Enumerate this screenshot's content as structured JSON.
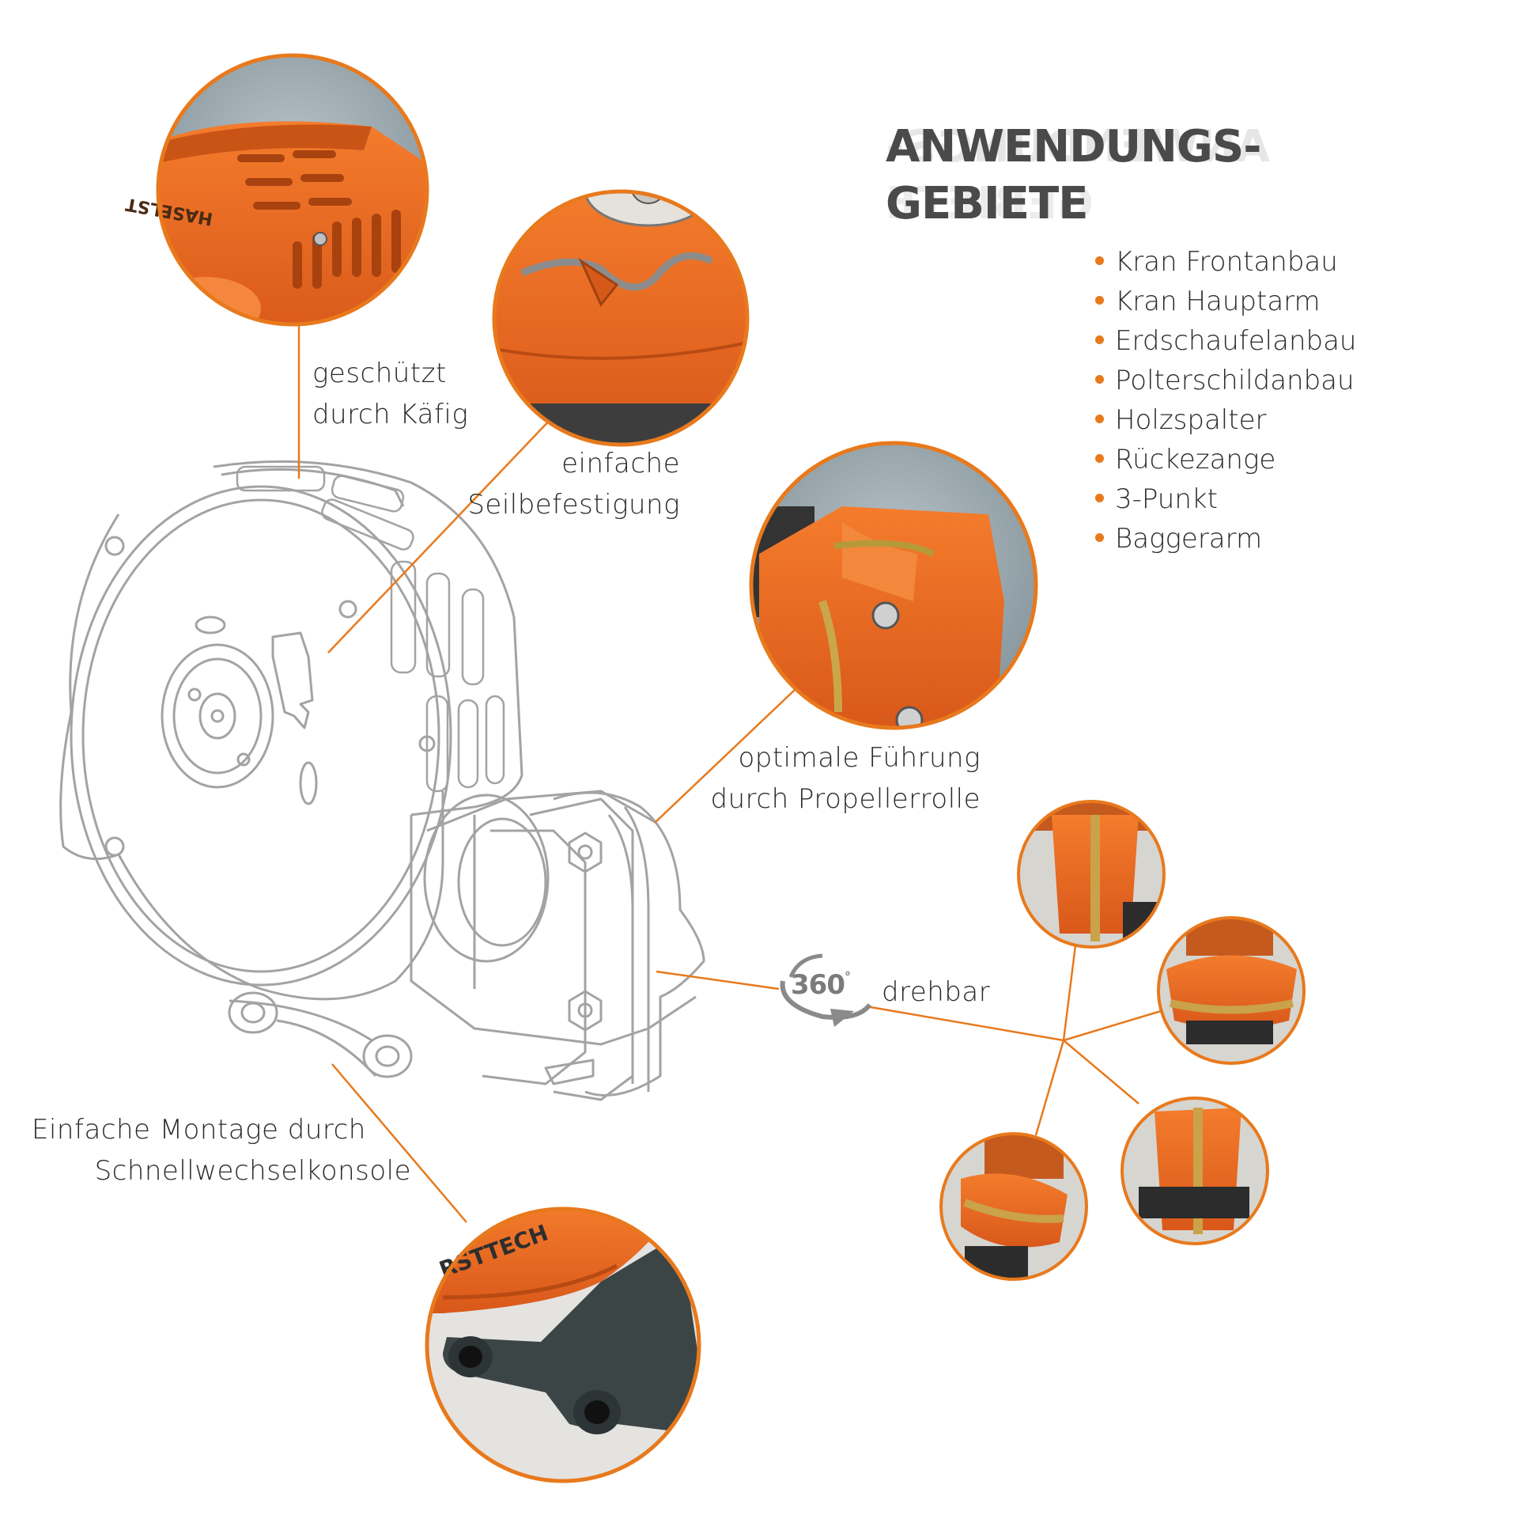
{
  "heading": {
    "line1": "ANWENDUNGS-",
    "line2": "GEBIETE"
  },
  "applications": [
    "Kran Frontanbau",
    "Kran Hauptarm",
    "Erdschaufelanbau",
    "Polterschildanbau",
    "Holzspalter",
    "Rückezange",
    "3-Punkt",
    "Baggerarm"
  ],
  "callouts": {
    "cage": {
      "line1": "geschützt",
      "line2": "durch Käfig"
    },
    "rope": {
      "line1": "einfache",
      "line2": "Seilbefestigung"
    },
    "guide": {
      "line1": "optimale Führung",
      "line2": "durch Propellerrolle"
    },
    "rotation": {
      "number": "360",
      "degree": "°",
      "text": "drehbar"
    },
    "mount": {
      "line1": "Einfache Montage durch",
      "line2": "Schnellwechselkonsole"
    }
  },
  "photo_text": {
    "brand_top": "HASELST",
    "brand_bottom": "RSTTECH"
  },
  "colors": {
    "accent": "#e8791c",
    "orange_part": "#ec6b1f",
    "outline": "#a0a0a0",
    "text": "#2a2a2a",
    "heading": "#4a4a4a",
    "backdrop": "#8a9aa2"
  },
  "icons": [
    "rotate-360-icon",
    "bullet-dot-icon"
  ]
}
